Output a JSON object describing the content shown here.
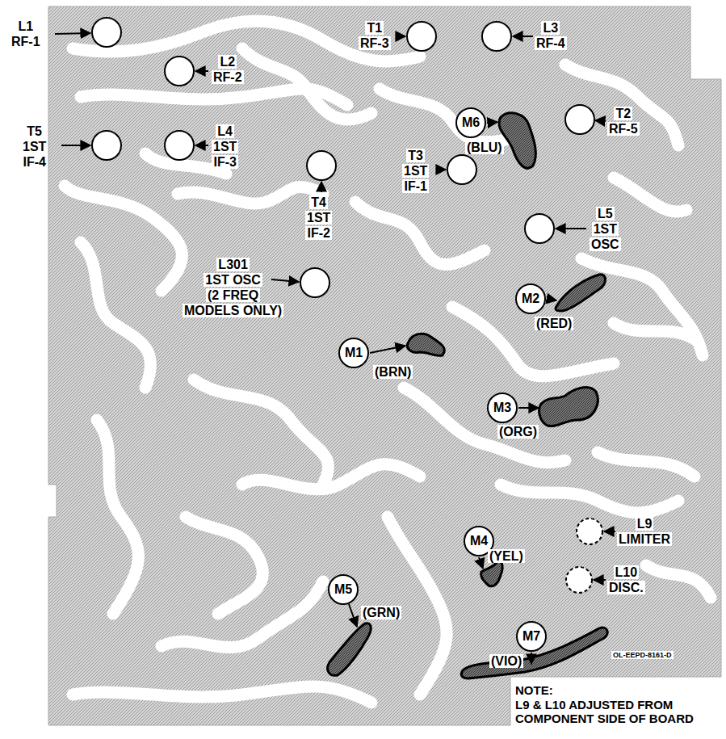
{
  "diagram": {
    "nodes": [
      {
        "text": [
          "M6"
        ]
      },
      {
        "text": [
          "M2"
        ]
      },
      {
        "text": [
          "M1"
        ]
      },
      {
        "text": [
          "M3"
        ]
      },
      {
        "text": [
          "M4"
        ]
      },
      {
        "text": [
          "M5"
        ]
      },
      {
        "text": [
          "M7"
        ]
      }
    ],
    "labels": [
      "L1 RF-1",
      "L2 RF-2",
      "T1 RF-3",
      "L3 RF-4",
      "T2 RF-5",
      "T5 1ST IF-4",
      "L4 1ST IF-3",
      "T4 1ST IF-2",
      "T3 1ST IF-1",
      "L5 1ST OSC",
      "L301 1ST OSC (2 FREQ MODELS ONLY)",
      "L9 LIMITER",
      "L10 DISC.",
      "(BLU)",
      "(RED)",
      "(BRN)",
      "(ORG)",
      "(YEL)",
      "(GRN)",
      "(VIO)",
      "OL-EEPD-8161-D",
      "NOTE: L9 & L10 ADJUSTED FROM COMPONENT SIDE OF BOARD"
    ]
  }
}
